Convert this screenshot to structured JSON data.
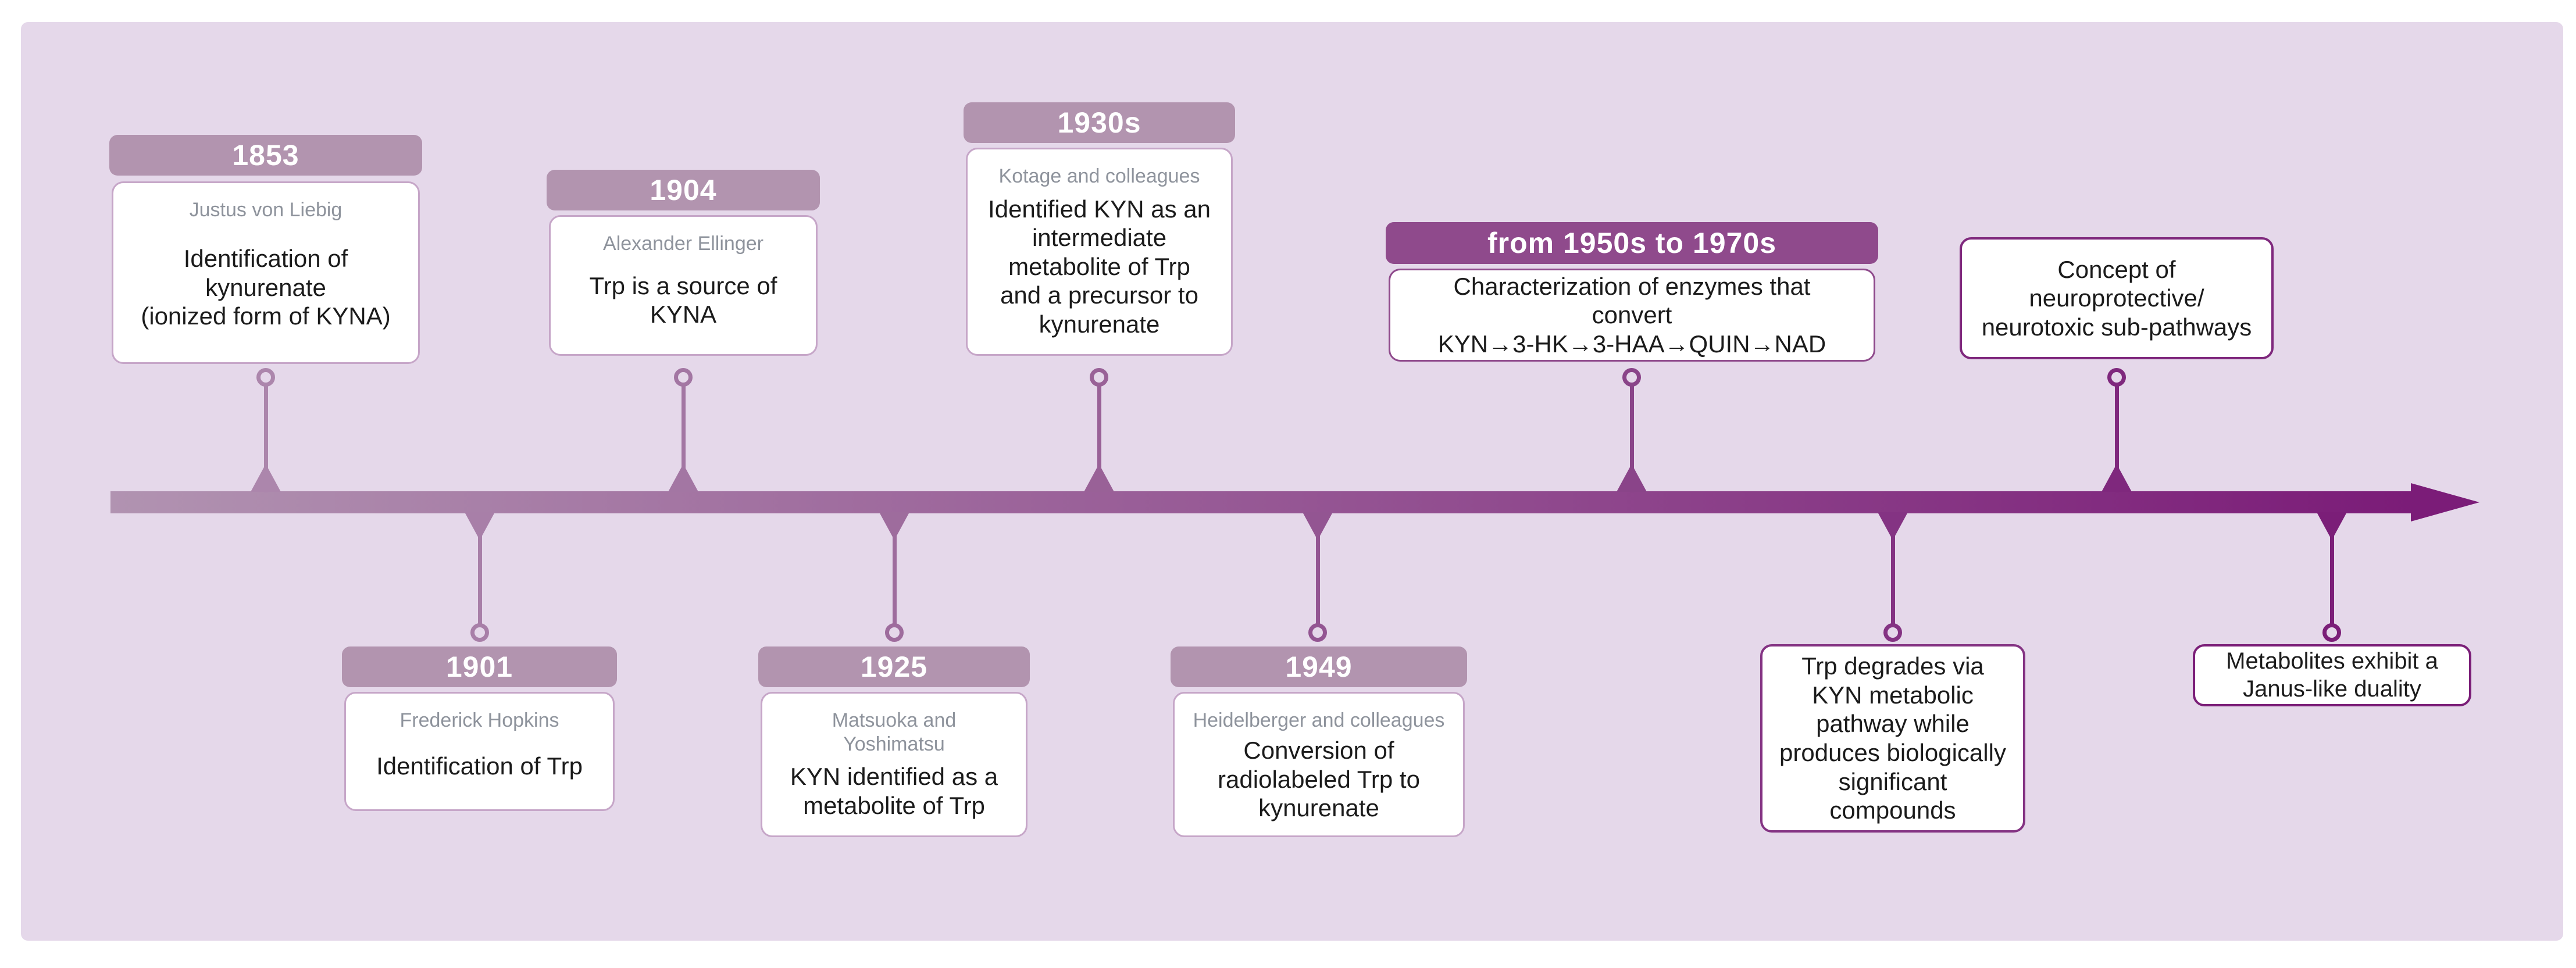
{
  "diagram_type": "timeline",
  "colors": {
    "panel_background": "#e5d8ea",
    "timeline_gradient_start": "#b193b1",
    "timeline_gradient_end": "#7b1c78",
    "card_background": "#ffffff",
    "year_text": "#ffffff",
    "author_text": "#8e939c",
    "description_text": "#1b1b1b",
    "light_header": "#b294af",
    "light_border": "#c6a6c8"
  },
  "timeline": {
    "direction": "left-to-right",
    "gradient_start": "#b193b1",
    "gradient_end": "#7b1c78"
  },
  "events": [
    {
      "id": "1853",
      "side": "top",
      "year": "1853",
      "author": "Justus von Liebig",
      "description": "Identification of\nkynurenate\n(ionized form of KYNA)",
      "accent_color": "#ac86ac",
      "header_color": "#b294af",
      "border_color": "#c6a6c8"
    },
    {
      "id": "1901",
      "side": "bottom",
      "year": "1901",
      "author": "Frederick Hopkins",
      "description": "Identification of Trp",
      "accent_color": "#a87fa8",
      "header_color": "#b294af",
      "border_color": "#c6a6c8"
    },
    {
      "id": "1904",
      "side": "top",
      "year": "1904",
      "author": "Alexander Ellinger",
      "description": "Trp is a source of\nKYNA",
      "accent_color": "#a376a3",
      "header_color": "#b294af",
      "border_color": "#c6a6c8"
    },
    {
      "id": "1925",
      "side": "bottom",
      "year": "1925",
      "author": "Matsuoka and\nYoshimatsu",
      "description": "KYN identified as a\nmetabolite of Trp",
      "accent_color": "#9e6c9d",
      "header_color": "#b294af",
      "border_color": "#c6a6c8"
    },
    {
      "id": "1930s",
      "side": "top",
      "year": "1930s",
      "author": "Kotage and colleagues",
      "description": "Identified KYN as an\nintermediate\nmetabolite of Trp\nand a precursor to\nkynurenate",
      "accent_color": "#996197",
      "header_color": "#b294af",
      "border_color": "#c6a6c8"
    },
    {
      "id": "1949",
      "side": "bottom",
      "year": "1949",
      "author": "Heidelberger and colleagues",
      "description": "Conversion of\nradiolabeled Trp to\nkynurenate",
      "accent_color": "#935592",
      "header_color": "#b294af",
      "border_color": "#c6a6c8"
    },
    {
      "id": "1950s-1970s",
      "side": "top",
      "year": "from 1950s to 1970s",
      "author": "",
      "description": "Characterization of enzymes that\nconvert\nKYN→3-HK→3-HAA→QUIN→NAD",
      "accent_color": "#8a4489",
      "header_color": "#8f4a8c",
      "border_color": "#8f4a8c"
    },
    {
      "id": "trp-degrades",
      "side": "bottom",
      "year": "",
      "author": "",
      "description": "Trp degrades via\nKYN metabolic\npathway while\nproduces biologically\nsignificant\ncompounds",
      "accent_color": "#843383",
      "header_color": "",
      "border_color": "#843383"
    },
    {
      "id": "concept-sub-pathways",
      "side": "top",
      "year": "",
      "author": "",
      "description": "Concept of\nneuroprotective/\nneurotoxic sub-pathways",
      "accent_color": "#7f287d",
      "header_color": "",
      "border_color": "#7f287d"
    },
    {
      "id": "janus-duality",
      "side": "bottom",
      "year": "",
      "author": "",
      "description": "Metabolites exhibit a\nJanus-like duality",
      "accent_color": "#7b1e78",
      "header_color": "",
      "border_color": "#7b1e78"
    }
  ]
}
